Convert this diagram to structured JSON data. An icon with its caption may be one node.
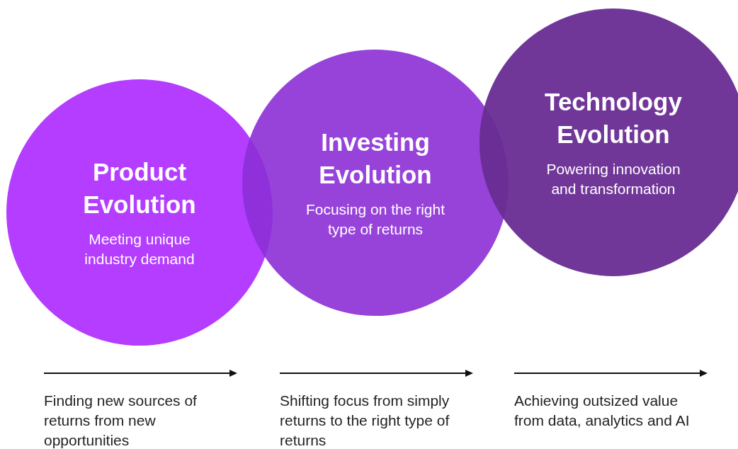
{
  "diagram": {
    "nodes": [
      {
        "text": [
          "Product Evolution",
          "Meeting unique industry demand"
        ]
      },
      {
        "text": [
          "Investing Evolution",
          "Focusing on the right type of returns"
        ]
      },
      {
        "text": [
          "Technology Evolution",
          "Powering innovation and transformation"
        ]
      }
    ],
    "labels": [
      "Finding new sources of returns from new opportunities",
      "Shifting focus from simply returns to the right type of returns",
      "Achieving outsized value from data, analytics and AI"
    ]
  }
}
